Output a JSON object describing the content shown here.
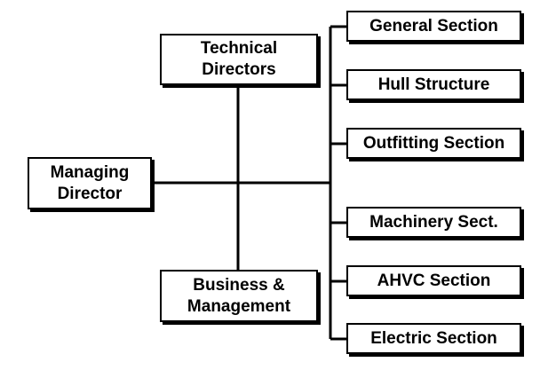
{
  "diagram": {
    "managing_director": {
      "line1": "Managing",
      "line2": "Director"
    },
    "technical_directors": {
      "line1": "Technical",
      "line2": "Directors"
    },
    "business_management": {
      "line1": "Business &",
      "line2": "Management"
    },
    "sections": [
      {
        "label": "General Section"
      },
      {
        "label": "Hull Structure"
      },
      {
        "label": "Outfitting Section"
      },
      {
        "label": "Machinery Sect."
      },
      {
        "label": "AHVC Section"
      },
      {
        "label": "Electric Section"
      }
    ],
    "colors": {
      "line": "#000000",
      "box_border": "#000000",
      "box_fill": "#ffffff",
      "text": "#000000"
    }
  }
}
